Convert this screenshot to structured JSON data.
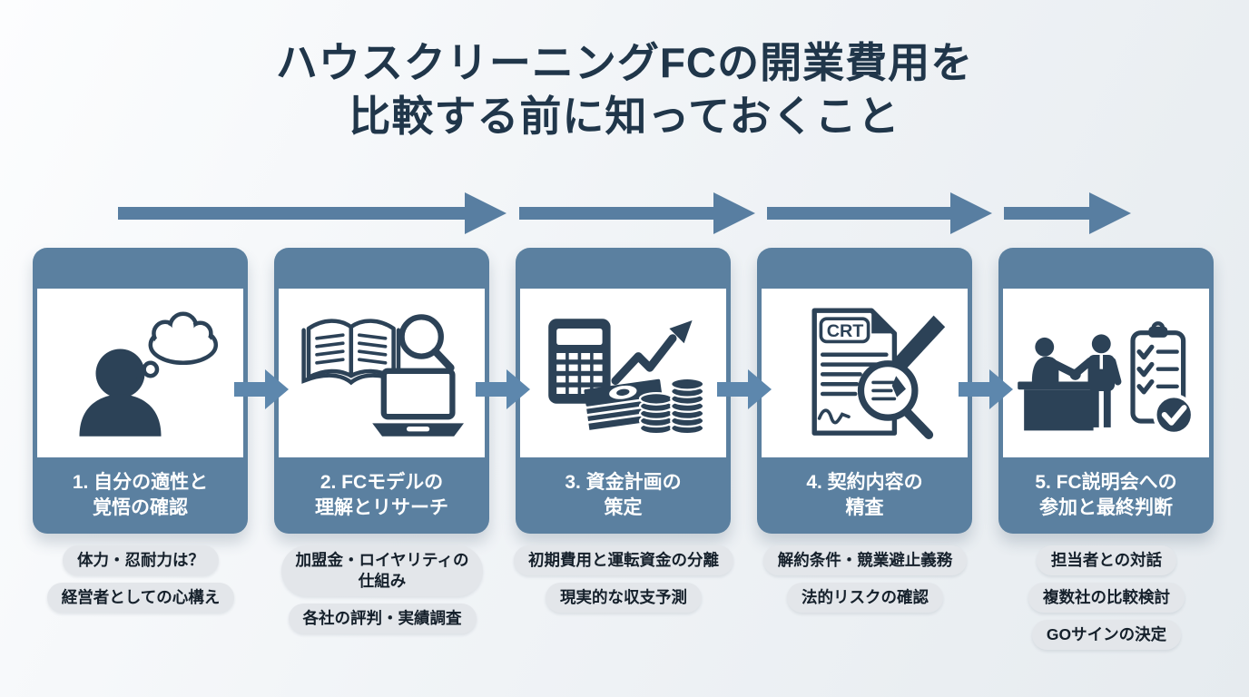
{
  "title": {
    "line1": "ハウスクリーニングFCの開業費用を",
    "line2": "比較する前に知っておくこと"
  },
  "steps": [
    {
      "label_line1": "1. 自分の適性と",
      "label_line2": "覚悟の確認",
      "icon": "thinking-person-icon",
      "tags": [
        "体力・忍耐力は？",
        "経営者としての心構え"
      ]
    },
    {
      "label_line1": "2. FCモデルの",
      "label_line2": "理解とリサーチ",
      "icon": "book-search-laptop-icon",
      "tags": [
        "加盟金・ロイヤリティの\n仕組み",
        "各社の評判・実績調査"
      ]
    },
    {
      "label_line1": "3. 資金計画の",
      "label_line2": "策定",
      "icon": "calculator-money-growth-icon",
      "tags": [
        "初期費用と運転資金の分離",
        "現実的な収支予測"
      ]
    },
    {
      "label_line1": "4. 契約内容の",
      "label_line2": "精査",
      "icon": "contract-review-icon",
      "doc_label": "CRT",
      "tags": [
        "解約条件・競業避止義務",
        "法的リスクの確認"
      ]
    },
    {
      "label_line1": "5. FC説明会への",
      "label_line2": "参加と最終判断",
      "icon": "handshake-checklist-icon",
      "tags": [
        "担当者との対話",
        "複数社の比較検討",
        "GOサインの決定"
      ]
    }
  ],
  "colors": {
    "title_text": "#20364a",
    "card_band": "#5b80a0",
    "flow_arrow": "#587ea1",
    "connector_arrow": "#5d87ad",
    "icon_ink": "#2c4257",
    "tag_background": "#e3e6ea",
    "tag_text": "#15202b",
    "background": "#eef1f4"
  }
}
